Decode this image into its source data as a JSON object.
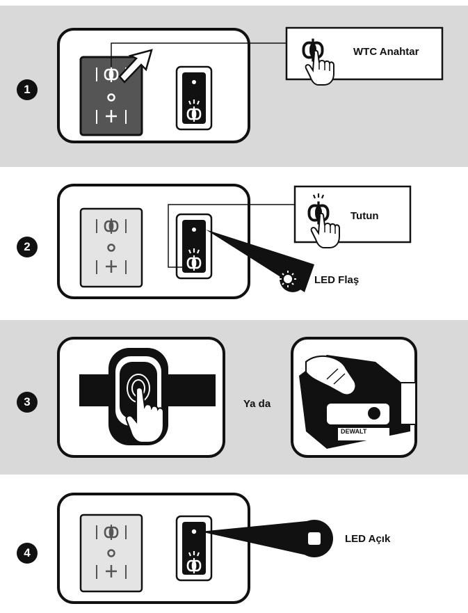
{
  "steps": [
    {
      "number": "1",
      "callout_label": "WTC Anahtar"
    },
    {
      "number": "2",
      "callout_label": "Tutun",
      "led_label": "LED Flaş"
    },
    {
      "number": "3",
      "or_label": "Ya da",
      "brand_label": "DEWALT"
    },
    {
      "number": "4",
      "led_label": "LED Açık"
    }
  ],
  "colors": {
    "panel_gray": "#d9d9d9",
    "ink": "#111111",
    "switch_dark": "#555555",
    "switch_light": "#e4e4e4",
    "led_white": "#ffffff"
  }
}
